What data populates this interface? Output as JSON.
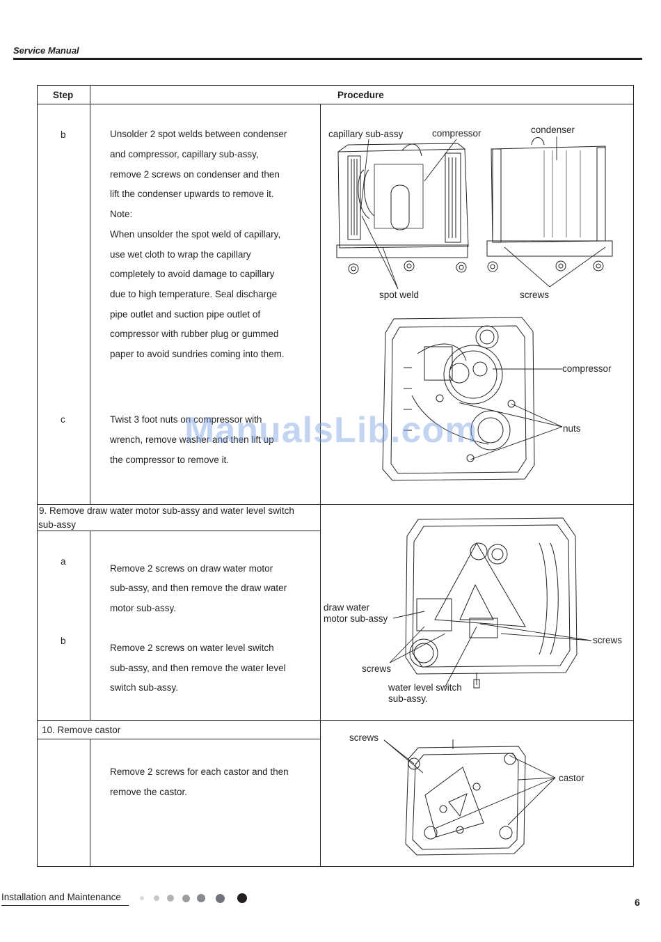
{
  "header": {
    "title": "Service Manual"
  },
  "table": {
    "col_step": "Step",
    "col_procedure": "Procedure"
  },
  "steps": {
    "b": {
      "step": "b",
      "lines": [
        "Unsolder 2 spot welds between condenser",
        "and compressor, capillary sub-assy,",
        "remove 2 screws on condenser and then",
        "lift the condenser upwards to remove it.",
        "Note:",
        "When unsolder the spot weld of capillary,",
        "use wet cloth to wrap the capillary",
        "completely to avoid damage to capillary",
        "due to high temperature. Seal discharge",
        "pipe outlet and suction pipe outlet of",
        "compressor with rubber plug or gummed",
        "paper to avoid sundries coming into them."
      ]
    },
    "c": {
      "step": "c",
      "lines": [
        "Twist 3 foot nuts on compressor with",
        "wrench, remove washer and then lift up",
        "the compressor to remove it."
      ]
    },
    "section9": {
      "title": " 9. Remove draw water motor sub-assy and water level switch",
      "title2": "sub-assy",
      "a_step": "a",
      "a_lines": [
        "Remove 2 screws on draw water motor",
        "sub-assy, and then remove the draw water",
        "motor sub-assy."
      ],
      "b_step": "b",
      "b_lines": [
        "Remove 2 screws on water level switch",
        "sub-assy, and then remove the water level",
        "switch sub-assy."
      ]
    },
    "section10": {
      "title": "10. Remove castor",
      "lines": [
        "Remove 2 screws for each castor and then",
        "remove the castor."
      ]
    }
  },
  "figure_labels": {
    "capillary": "capillary sub-assy",
    "compressor_top": "compressor",
    "condenser": "condenser",
    "spot_weld": "spot weld",
    "screws_top": "screws",
    "compressor_mid": "compressor",
    "nuts": "nuts",
    "draw_water": "draw water",
    "motor_sub": "motor sub-assy",
    "screws_9_left": "screws",
    "screws_9_right": "screws",
    "wls": "water level switch",
    "wls2": "sub-assy.",
    "screws_10": "screws",
    "castor": "castor"
  },
  "watermark": "ManualsLib.com",
  "footer": {
    "label": "Installation and Maintenance",
    "page": "6",
    "dot_colors": [
      "#d9dadc",
      "#c6c7ca",
      "#b1b3b7",
      "#9c9ea3",
      "#86898f",
      "#70737a",
      "#231f20"
    ]
  }
}
